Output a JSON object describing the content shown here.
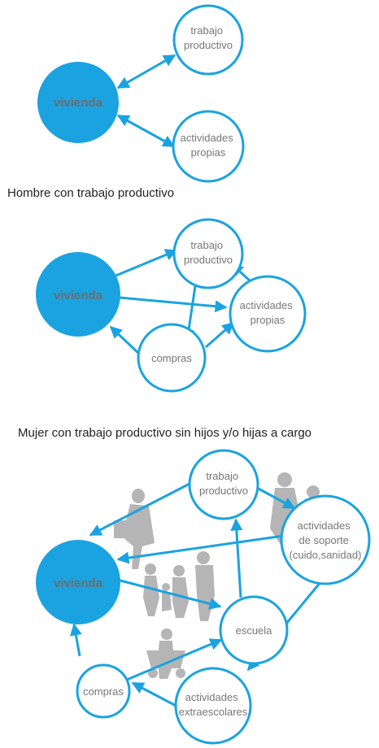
{
  "diagrams": [
    {
      "caption": "Hombre con trabajo productivo",
      "nodes": {
        "vivienda": [
          "vivienda"
        ],
        "trabajo": [
          "trabajo",
          "productivo"
        ],
        "actividades": [
          "actividades",
          "propias"
        ]
      }
    },
    {
      "caption": "Mujer con trabajo productivo sin hijos y/o hijas a cargo",
      "nodes": {
        "vivienda": [
          "vivienda"
        ],
        "trabajo": [
          "trabajo",
          "productivo"
        ],
        "actividades": [
          "actividades",
          "propias"
        ],
        "compras": [
          "compras"
        ]
      }
    },
    {
      "caption": "",
      "nodes": {
        "vivienda": [
          "vivienda"
        ],
        "trabajo": [
          "trabajo",
          "productivo"
        ],
        "soporte": [
          "actividades",
          "de soporte",
          "(cuido,sanidad)"
        ],
        "escuela": [
          "escuela"
        ],
        "compras": [
          "compras"
        ],
        "extraescolares": [
          "actividades",
          "extraescolares"
        ]
      }
    }
  ],
  "colors": {
    "accent": "#1aa3e0",
    "text": "#777777",
    "silhouette": "#b5b5b5"
  }
}
